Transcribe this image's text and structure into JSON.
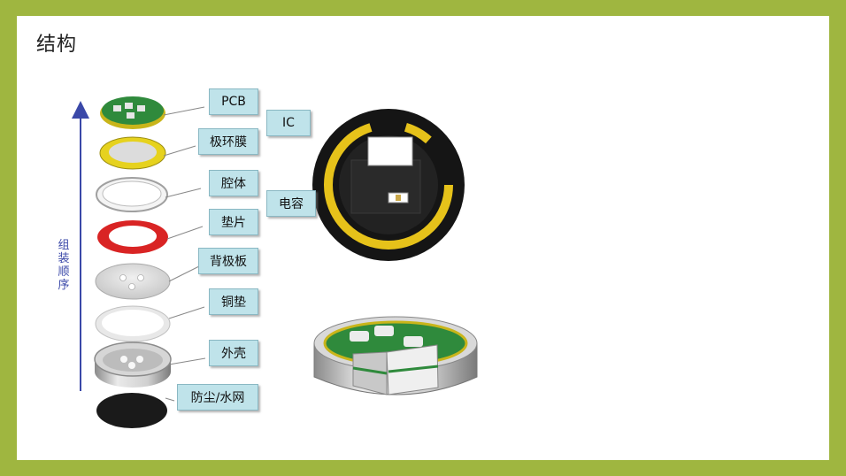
{
  "slide": {
    "title": "结构"
  },
  "assembly": {
    "direction_label": "组装顺序",
    "layers": [
      "PCB",
      "极环膜",
      "腔体",
      "垫片",
      "背极板",
      "铜垫",
      "外壳",
      "防尘/水网"
    ]
  },
  "top_view": {
    "labels": [
      "IC",
      "电容"
    ]
  },
  "colors": {
    "frame": "#9fb640",
    "label_fill": "#bfe3ea",
    "arrow": "#3a48a8",
    "ring_yellow": "#e6d21e",
    "gasket_red": "#d92424",
    "pcb_green": "#2f8a3c"
  }
}
